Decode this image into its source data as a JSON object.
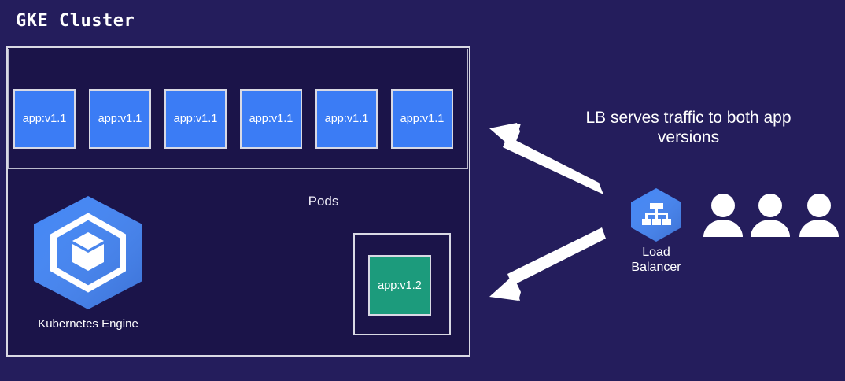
{
  "background_color": "#241d5c",
  "cluster": {
    "title": "GKE Cluster",
    "box_border_color": "#d9d9e4",
    "interior_color": "#1b1449",
    "pods_label": "Pods",
    "pod_v1_color": "#3b7cf5",
    "pod_v2_color": "#1c9b7c",
    "pods_v1": [
      {
        "label": "app:v1.1"
      },
      {
        "label": "app:v1.1"
      },
      {
        "label": "app:v1.1"
      },
      {
        "label": "app:v1.1"
      },
      {
        "label": "app:v1.1"
      },
      {
        "label": "app:v1.1"
      }
    ],
    "pod_v2": {
      "label": "app:v1.2"
    },
    "gke": {
      "icon": "kubernetes-engine-icon",
      "label": "Kubernetes Engine",
      "hex_color": "#4285f4"
    }
  },
  "right_panel": {
    "caption_line1": "LB serves traffic to both app",
    "caption_line2": "versions",
    "load_balancer": {
      "icon": "load-balancer-icon",
      "label_line1": "Load",
      "label_line2": "Balancer",
      "hex_color": "#4285f4"
    },
    "users": [
      {
        "name": "user-icon-1"
      },
      {
        "name": "user-icon-2"
      },
      {
        "name": "user-icon-3"
      }
    ],
    "arrows": [
      {
        "name": "arrow-to-v1-pods",
        "direction": "up-left",
        "color": "#ffffff"
      },
      {
        "name": "arrow-to-v2-pod",
        "direction": "down-left",
        "color": "#ffffff"
      }
    ]
  }
}
